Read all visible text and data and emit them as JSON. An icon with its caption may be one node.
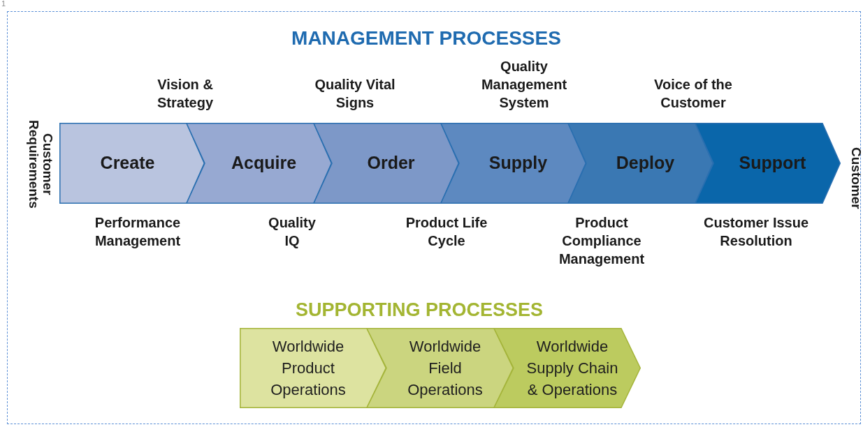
{
  "diagram": {
    "title": "MANAGEMENT PROCESSES",
    "nodes": [
      {
        "text": [
          "Create"
        ]
      },
      {
        "text": [
          "Acquire"
        ]
      },
      {
        "text": [
          "Order"
        ]
      },
      {
        "text": [
          "Supply"
        ]
      },
      {
        "text": [
          "Deploy"
        ]
      },
      {
        "text": [
          "Support"
        ]
      },
      {
        "text": [
          "Worldwide Product Operations"
        ]
      },
      {
        "text": [
          "Worldwide Field Operations"
        ]
      },
      {
        "text": [
          "Worldwide Supply Chain & Operations"
        ]
      }
    ],
    "labels": [
      "1",
      "Vision & Strategy",
      "Quality Vital Signs",
      "Quality Management System",
      "Voice of the Customer",
      "Customer Requirements",
      "Customer",
      "Performance Management",
      "Quality IQ",
      "Product Life Cycle",
      "Product Compliance Management",
      "Customer Issue Resolution",
      "SUPPORTING PROCESSES"
    ]
  }
}
